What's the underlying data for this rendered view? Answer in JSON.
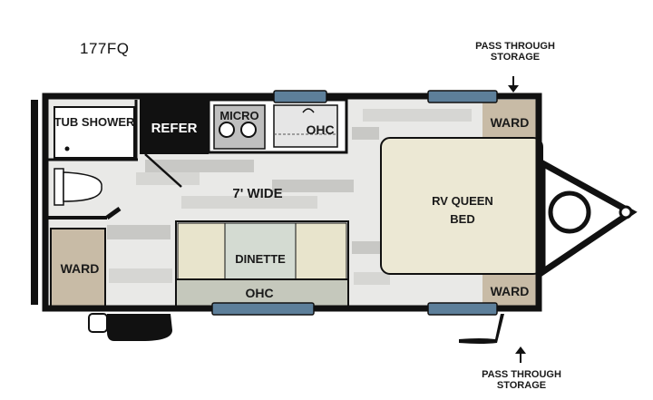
{
  "model": "177FQ",
  "labels": {
    "tub_shower": "TUB SHOWER",
    "refer": "REFER",
    "micro": "MICRO",
    "ohc_kitchen": "OHC",
    "width": "7' WIDE",
    "ward_front_top": "WARD",
    "ward_front_bottom": "WARD",
    "ward_rear": "WARD",
    "bed_line1": "RV QUEEN",
    "bed_line2": "BED",
    "dinette": "DINETTE",
    "ohc_dinette": "OHC",
    "pass_top_line1": "PASS THROUGH",
    "pass_top_line2": "STORAGE",
    "pass_bottom_line1": "PASS THROUGH",
    "pass_bottom_line2": "STORAGE"
  },
  "colors": {
    "wall": "#111111",
    "floor_light": "#e9e9e7",
    "floor_dark": "#c8c8c5",
    "ward": "#c8bba6",
    "dinette_seat": "#e8e4cc",
    "dinette_table": "#d4dbd2",
    "bed": "#ece8d4",
    "window": "#5d7f9a",
    "counter": "#d8d8d8"
  }
}
